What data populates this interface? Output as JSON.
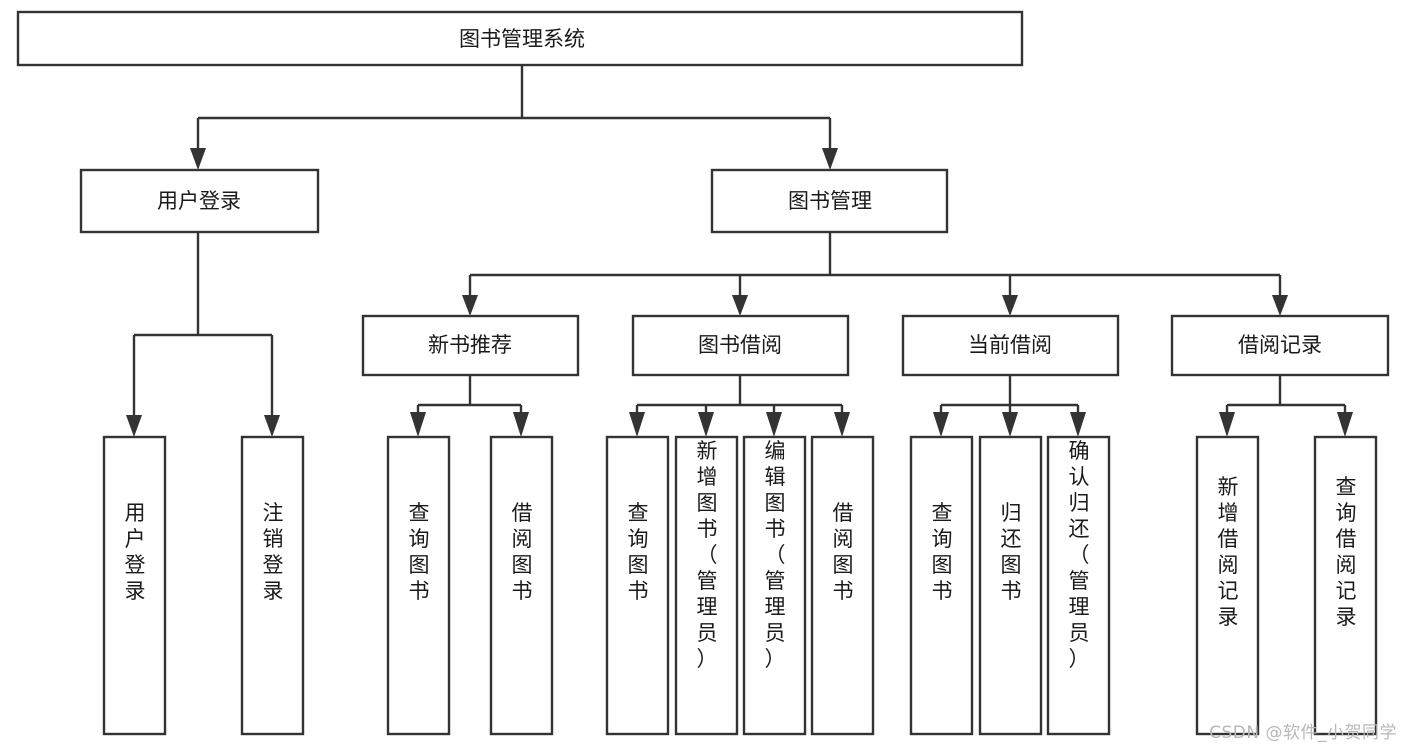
{
  "diagram": {
    "title": "图书管理系统",
    "watermark": "CSDN @软件_小贺同学",
    "colors": {
      "box_stroke": "#333333",
      "box_fill": "#ffffff",
      "text": "#1a1a1a",
      "background": "#ffffff",
      "watermark": "#b8b8b8"
    },
    "levels": {
      "root": {
        "label": "图书管理系统"
      },
      "level1": [
        {
          "label": "用户登录"
        },
        {
          "label": "图书管理"
        }
      ],
      "level2": [
        {
          "label": "新书推荐"
        },
        {
          "label": "图书借阅"
        },
        {
          "label": "当前借阅"
        },
        {
          "label": "借阅记录"
        }
      ],
      "level3": [
        {
          "label": "用户登录"
        },
        {
          "label": "注销登录"
        },
        {
          "label": "查询图书"
        },
        {
          "label": "借阅图书"
        },
        {
          "label": "查询图书"
        },
        {
          "label": "新增图书（管理员）"
        },
        {
          "label": "编辑图书（管理员）"
        },
        {
          "label": "借阅图书"
        },
        {
          "label": "查询图书"
        },
        {
          "label": "归还图书"
        },
        {
          "label": "确认归还（管理员）"
        },
        {
          "label": "新增借阅记录"
        },
        {
          "label": "查询借阅记录"
        }
      ]
    },
    "tree": {
      "node": "图书管理系统",
      "children": [
        {
          "node": "用户登录",
          "children": [
            {
              "node": "用户登录"
            },
            {
              "node": "注销登录"
            }
          ]
        },
        {
          "node": "图书管理",
          "children": [
            {
              "node": "新书推荐",
              "children": [
                {
                  "node": "查询图书"
                },
                {
                  "node": "借阅图书"
                }
              ]
            },
            {
              "node": "图书借阅",
              "children": [
                {
                  "node": "查询图书"
                },
                {
                  "node": "新增图书（管理员）"
                },
                {
                  "node": "编辑图书（管理员）"
                },
                {
                  "node": "借阅图书"
                }
              ]
            },
            {
              "node": "当前借阅",
              "children": [
                {
                  "node": "查询图书"
                },
                {
                  "node": "归还图书"
                },
                {
                  "node": "确认归还（管理员）"
                }
              ]
            },
            {
              "node": "借阅记录",
              "children": [
                {
                  "node": "新增借阅记录"
                },
                {
                  "node": "查询借阅记录"
                }
              ]
            }
          ]
        }
      ]
    }
  }
}
